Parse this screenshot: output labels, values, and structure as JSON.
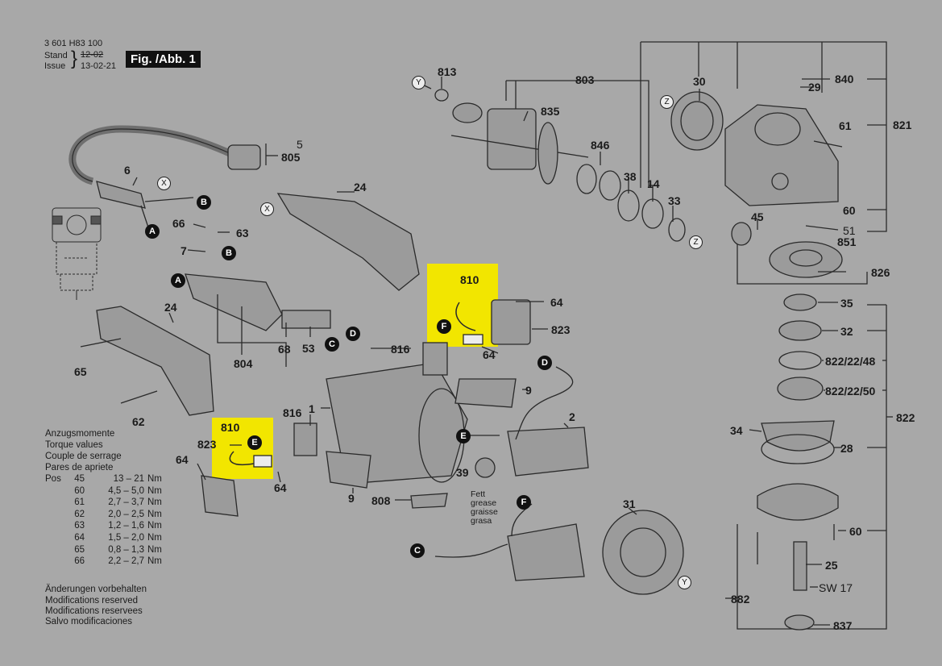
{
  "header": {
    "code": "3 601 H83 100",
    "stand_label": "Stand",
    "stand_value": "12-02",
    "issue_label": "Issue",
    "issue_value": "13-02-21",
    "fig_label": "Fig. /Abb. 1"
  },
  "torque": {
    "title_de": "Anzugsmomente",
    "title_en": "Torque values",
    "title_fr": "Couple de serrage",
    "title_es": "Pares de apriete",
    "pos_label": "Pos",
    "rows": [
      {
        "pos": "45",
        "range": "13 – 21",
        "unit": "Nm"
      },
      {
        "pos": "60",
        "range": "4,5 – 5,0",
        "unit": "Nm"
      },
      {
        "pos": "61",
        "range": "2,7 – 3,7",
        "unit": "Nm"
      },
      {
        "pos": "62",
        "range": "2,0 – 2,5",
        "unit": "Nm"
      },
      {
        "pos": "63",
        "range": "1,2 – 1,6",
        "unit": "Nm"
      },
      {
        "pos": "64",
        "range": "1,5 – 2,0",
        "unit": "Nm"
      },
      {
        "pos": "65",
        "range": "0,8 – 1,3",
        "unit": "Nm"
      },
      {
        "pos": "66",
        "range": "2,2 – 2,7",
        "unit": "Nm"
      }
    ]
  },
  "modifications": {
    "de": "Änderungen vorbehalten",
    "en": "Modifications reserved",
    "fr": "Modifications reservees",
    "es": "Salvo modificaciones"
  },
  "grease": {
    "de": "Fett",
    "en": "grease",
    "fr": "graisse",
    "es": "grasa"
  },
  "wrench_size": "SW 17",
  "part_labels": {
    "p813": "813",
    "p803": "803",
    "p835": "835",
    "p30": "30",
    "p840": "840",
    "p29": "29",
    "p61": "61",
    "p821": "821",
    "p846": "846",
    "p38": "38",
    "p14": "14",
    "p33": "33",
    "p60a": "60",
    "p51": "51",
    "p851": "851",
    "p45": "45",
    "p826": "826",
    "p5": "5",
    "p805": "805",
    "p6": "6",
    "p24a": "24",
    "p66": "66",
    "p63": "63",
    "p7": "7",
    "p24b": "24",
    "p65": "65",
    "p62": "62",
    "p68": "68",
    "p53": "53",
    "p804": "804",
    "p810a": "810",
    "p64a": "64",
    "p823a": "823",
    "p816a": "816",
    "p64b": "64",
    "p9a": "9",
    "p1": "1",
    "p2": "2",
    "p816b": "816",
    "p810b": "810",
    "p823b": "823",
    "p64c": "64",
    "p64d": "64",
    "p39": "39",
    "p9b": "9",
    "p808": "808",
    "p31": "31",
    "p35": "35",
    "p32": "32",
    "p822_48": "822/22/48",
    "p822_50": "822/22/50",
    "p822": "822",
    "p34": "34",
    "p28": "28",
    "p60b": "60",
    "p25": "25",
    "p882": "882",
    "p837": "837"
  },
  "callouts": {
    "A": "A",
    "B": "B",
    "C": "C",
    "D": "D",
    "E": "E",
    "F": "F",
    "X": "X",
    "Y": "Y",
    "Z": "Z"
  },
  "colors": {
    "background": "#a8a8a8",
    "highlight": "#f2e600",
    "line": "#2a2a2a",
    "badge": "#111111"
  }
}
